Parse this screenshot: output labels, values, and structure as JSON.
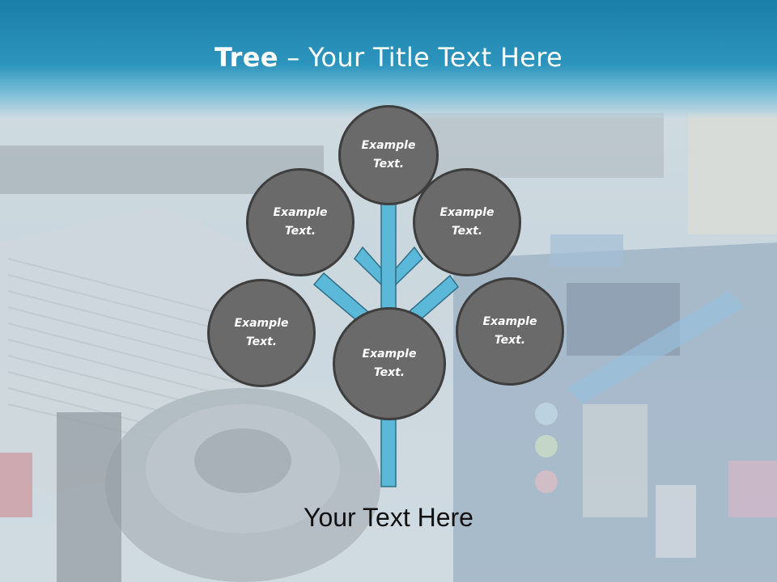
{
  "slide": {
    "title_bold": "Tree",
    "title_rest": " – Your Title Text Here",
    "subtitle": "Your Text Here"
  },
  "bubbles": [
    {
      "id": "top",
      "text": "Example\nText."
    },
    {
      "id": "upper-left",
      "text": "Example\nText."
    },
    {
      "id": "upper-right",
      "text": "Example\nText."
    },
    {
      "id": "lower-left",
      "text": "Example\nText."
    },
    {
      "id": "lower-right",
      "text": "Example\nText."
    },
    {
      "id": "center",
      "text": "Example\nText."
    }
  ],
  "colors": {
    "header": "#1a7fa8",
    "branch": "#5cb8d8",
    "bubble_fill": "#6a6a6a",
    "bubble_border": "#3e3e3e"
  }
}
